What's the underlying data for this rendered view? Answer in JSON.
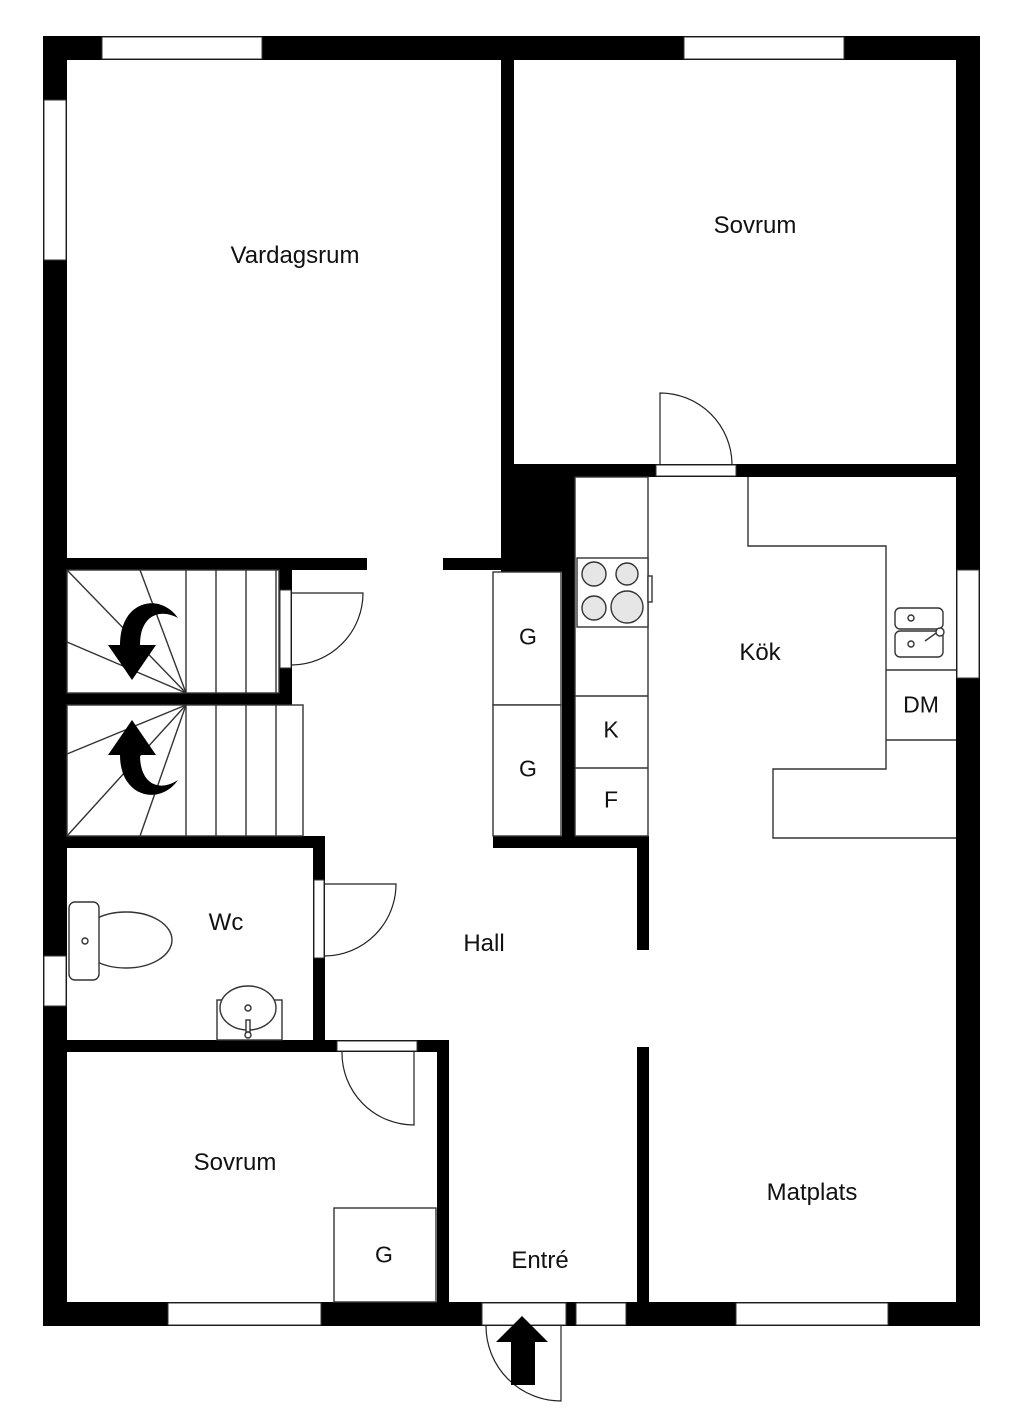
{
  "plan": {
    "rooms": {
      "vardagsrum": "Vardagsrum",
      "sovrum_top": "Sovrum",
      "kok": "Kök",
      "wc": "Wc",
      "hall": "Hall",
      "sovrum_bottom": "Sovrum",
      "entre": "Entré",
      "matplats": "Matplats"
    },
    "fixtures": {
      "closet_hall_1": "G",
      "closet_hall_2": "G",
      "closet_sovrum": "G",
      "fridge": "K",
      "freezer": "F",
      "dishwasher": "DM"
    },
    "icons": [
      "stair-arrow-down-icon",
      "stair-arrow-up-icon",
      "entrance-arrow-icon",
      "stove-icon",
      "sink-icon",
      "toilet-icon",
      "washbasin-icon"
    ],
    "colors": {
      "wall": "#000000",
      "background": "#ffffff",
      "burner": "#e6e6e6"
    }
  }
}
